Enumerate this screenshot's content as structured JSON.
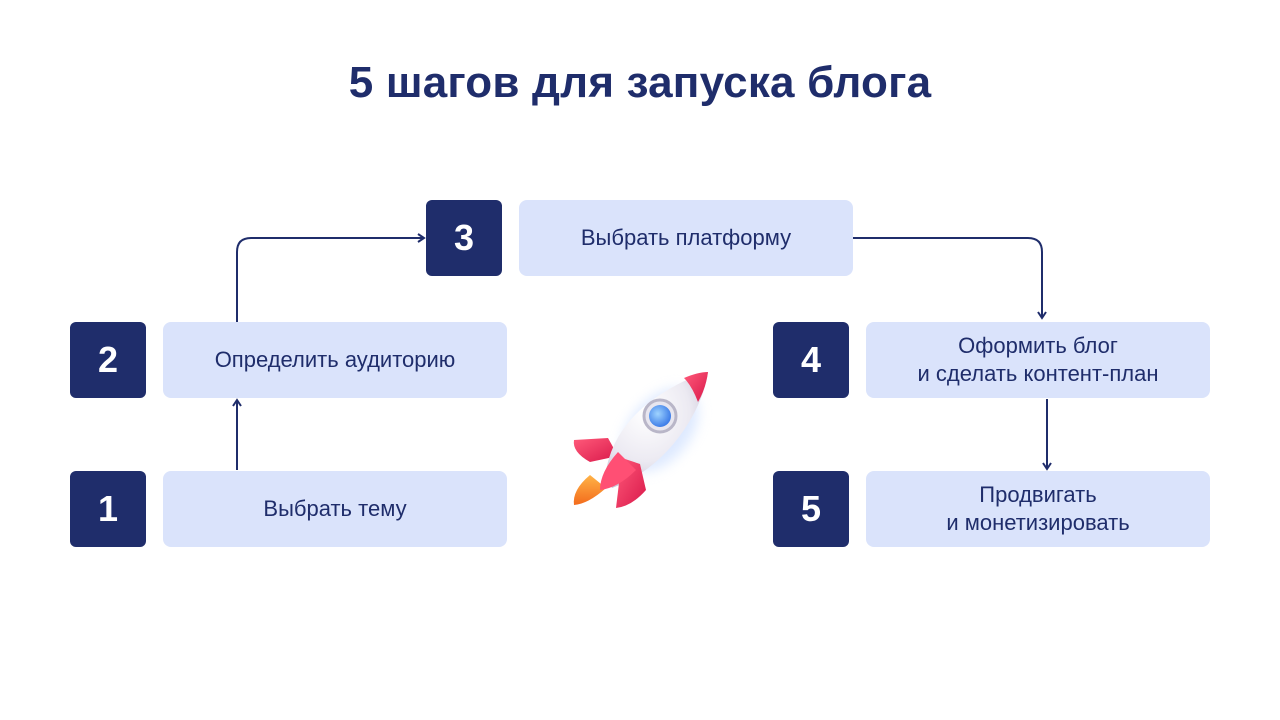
{
  "title": "5 шагов для запуска блога",
  "steps": [
    {
      "number": "1",
      "label": "Выбрать тему"
    },
    {
      "number": "2",
      "label": "Определить аудиторию"
    },
    {
      "number": "3",
      "label": "Выбрать платформу"
    },
    {
      "number": "4",
      "label": "Оформить блог\nи сделать контент-план"
    },
    {
      "number": "5",
      "label": "Продвигать\nи монетизировать"
    }
  ],
  "illustration": {
    "icon": "rocket-icon"
  },
  "colors": {
    "accent": "#1f2d6b",
    "box_fill": "#dae3fb",
    "background": "#ffffff",
    "rocket_red": "#f0345a"
  }
}
